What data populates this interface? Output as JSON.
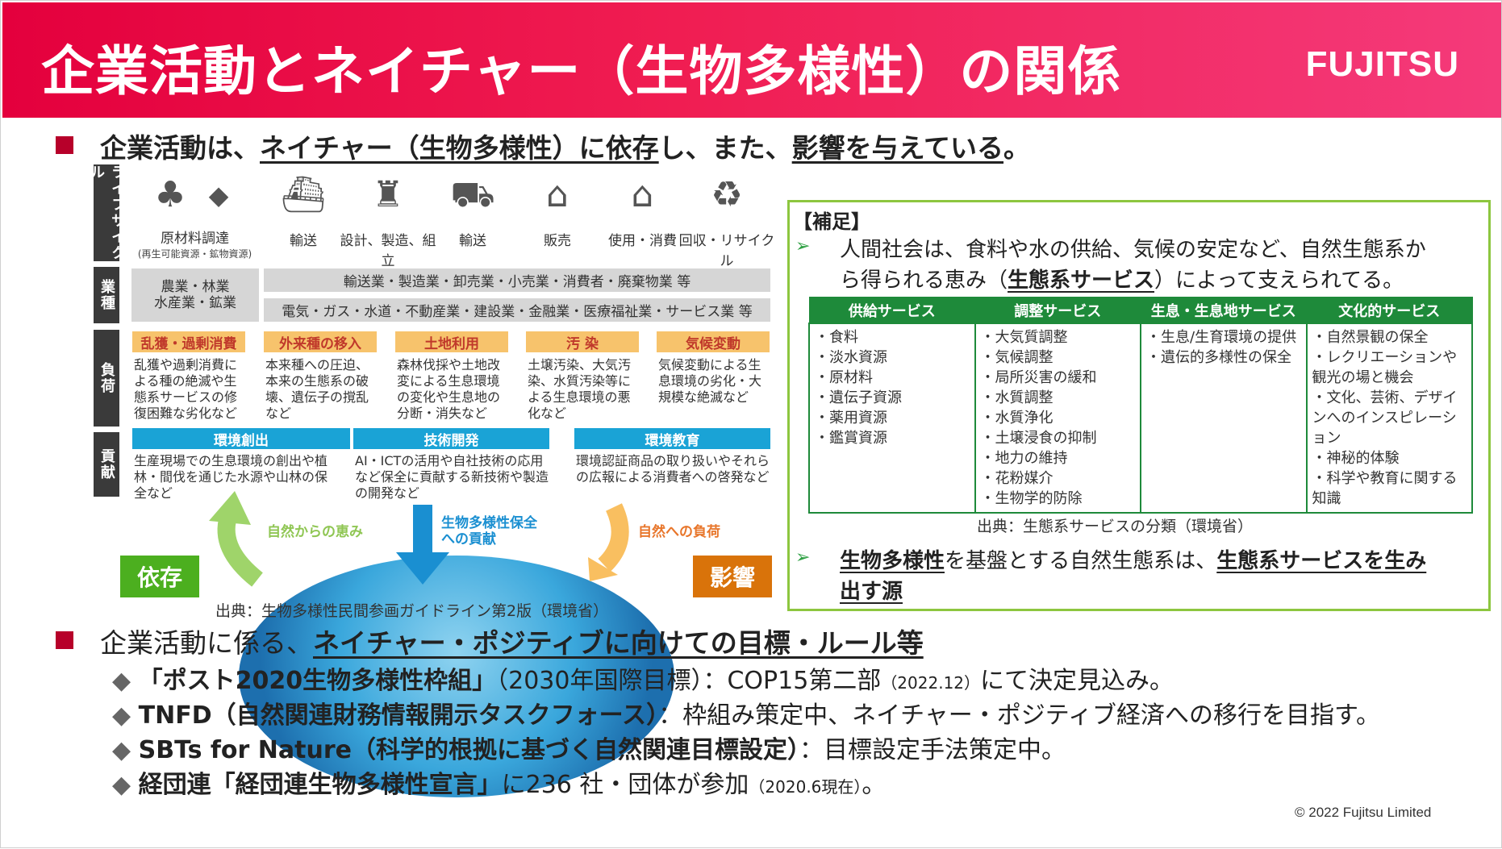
{
  "header": {
    "title": "企業活動とネイチャー（生物多様性）の関係",
    "logo": "FUJITSU"
  },
  "bullet1": {
    "p1": "企業活動は、",
    "u1": "ネイチャー（生物多様性）に依存",
    "p2": "し、また、",
    "u2": "影響を与えている",
    "p3": "。"
  },
  "lifecycle": {
    "row_labels": [
      "ライフサイクル",
      "業種",
      "負荷",
      "貢献"
    ],
    "stages": [
      {
        "icon": "tree-icon",
        "glyph": "♣",
        "label": ""
      },
      {
        "icon": "diamond-icon",
        "glyph": "◆",
        "label": ""
      },
      {
        "icon": "ship-icon",
        "glyph": "⛴",
        "label": "輸送"
      },
      {
        "icon": "factory-icon",
        "glyph": "♜",
        "label": "設計、製造、組立"
      },
      {
        "icon": "truck-icon",
        "glyph": "⛟",
        "label": "輸送"
      },
      {
        "icon": "shop-icon",
        "glyph": "⌂",
        "label": "販売"
      },
      {
        "icon": "home-icon",
        "glyph": "⌂",
        "label": "使用・消費"
      },
      {
        "icon": "recycle-icon",
        "glyph": "♻",
        "label": "回収・リサイクル"
      }
    ],
    "raw_material": "原材料調達",
    "raw_material_sub": "(再生可能資源・鉱物資源)",
    "industry_left": "農業・林業\n水産業・鉱業",
    "industry_right1": "輸送業・製造業・卸売業・小売業・消費者・廃棄物業 等",
    "industry_right2": "電気・ガス・水道・不動産業・建設業・金融業・医療福祉業・サービス業 等",
    "loads": [
      {
        "head": "乱獲・過剰消費",
        "text": "乱獲や過剰消費による種の絶滅や生態系サービスの修復困難な劣化など"
      },
      {
        "head": "外来種の移入",
        "text": "本来種への圧迫、本来の生態系の破壊、遺伝子の撹乱など"
      },
      {
        "head": "土地利用",
        "text": "森林伐採や土地改変による生息環境の変化や生息地の分断・消失など"
      },
      {
        "head": "汚 染",
        "text": "土壌汚染、大気汚染、水質汚染等による生息環境の悪化など"
      },
      {
        "head": "気候変動",
        "text": "気候変動による生息環境の劣化・大規模な絶滅など"
      }
    ],
    "contribs": [
      {
        "head": "環境創出",
        "text": "生産現場での生息環境の創出や植林・間伐を通じた水源や山林の保全など"
      },
      {
        "head": "技術開発",
        "text": "AI・ICTの活用や自社技術の応用など保全に貢献する新技術や製造の開発など"
      },
      {
        "head": "環境教育",
        "text": "環境認証商品の取り扱いやそれらの広報による消費者への啓発など"
      }
    ],
    "arrow_left": "自然からの恵み",
    "arrow_mid": "生物多様性保全\nへの貢献",
    "arrow_right": "自然への負荷",
    "badge_left": "依存",
    "badge_right": "影響",
    "source": "出典：生物多様性民間参画ガイドライン第2版（環境省）"
  },
  "supplement": {
    "title": "【補足】",
    "line1a": "人間社会は、食料や水の供給、気候の安定など、自然生態系か",
    "line1b_pre": "ら得られる恵み（",
    "line1b_u": "生態系サービス",
    "line1b_post": "）によって支えられてる。",
    "table_headers": [
      "供給サービス",
      "調整サービス",
      "生息・生息地サービス",
      "文化的サービス"
    ],
    "table_cols": [
      [
        "・食料",
        "・淡水資源",
        "・原材料",
        "・遺伝子資源",
        "・薬用資源",
        "・鑑賞資源"
      ],
      [
        "・大気質調整",
        "・気候調整",
        "・局所災害の緩和",
        "・水質調整",
        "・水質浄化",
        "・土壌浸食の抑制",
        "・地力の維持",
        "・花粉媒介",
        "・生物学的防除"
      ],
      [
        "・生息/生育環境の提供",
        "・遺伝的多様性の保全"
      ],
      [
        "・自然景観の保全",
        "・レクリエーションや観光の場と機会",
        "・文化、芸術、デザインへのインスピレーション",
        "・神秘的体験",
        "・科学や教育に関する知識"
      ]
    ],
    "table_source": "出典：生態系サービスの分類（環境省）",
    "line2_u1": "生物多様性",
    "line2_mid": "を基盤とする自然生態系は、",
    "line2_u2": "生態系サービスを生み",
    "line2_u3": "出す源"
  },
  "bullet2": {
    "pre": "企業活動に係る、",
    "u": "ネイチャー・ポジティブに向けての目標・ルール等",
    "items": [
      {
        "bold": "「ポスト2020生物多様性枠組」",
        "rest": "（2030年国際目標）：COP15第二部",
        "small": "（2022.12）",
        "tail": "にて決定見込み。"
      },
      {
        "bold": "TNFD（自然関連財務情報開示タスクフォース）",
        "rest": "：枠組み策定中、ネイチャー・ポジティブ経済への移行を目指す。",
        "small": "",
        "tail": ""
      },
      {
        "bold": "SBTs for Nature（科学的根拠に基づく自然関連目標設定）",
        "rest": "：目標設定手法策定中。",
        "small": "",
        "tail": ""
      },
      {
        "bold": "経団連「経団連生物多様性宣言」",
        "rest": "に236 社・団体が参加",
        "small": "（2020.6現在）",
        "tail": "。"
      }
    ]
  },
  "footer": {
    "copyright": "© 2022 Fujitsu Limited"
  },
  "colors": {
    "header": "#e4003d",
    "bullet": "#b7002a",
    "green": "#1e8a3a",
    "orange": "#f7c36c",
    "blue": "#1aa3d6",
    "dep_badge": "#4caf1f",
    "impact_badge": "#d9730a"
  }
}
